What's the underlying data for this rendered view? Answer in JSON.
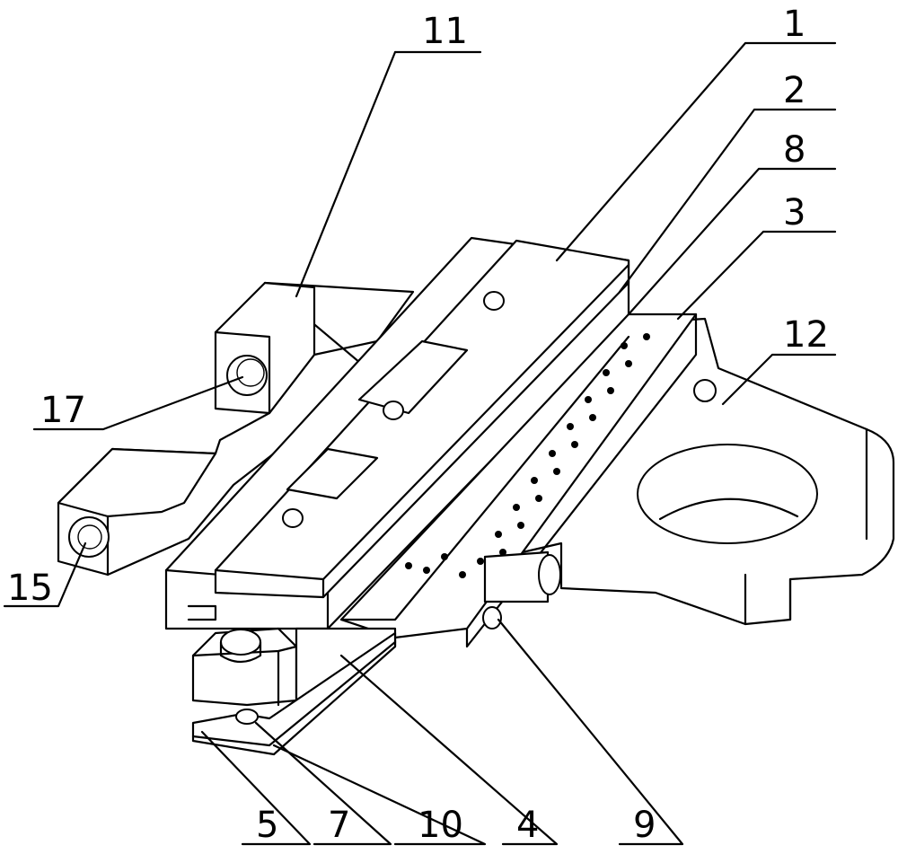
{
  "labels": {
    "l1": "1",
    "l2": "2",
    "l3": "3",
    "l4": "4",
    "l5": "5",
    "l7": "7",
    "l8": "8",
    "l9": "9",
    "l10": "10",
    "l11": "11",
    "l12": "12",
    "l15": "15",
    "l17": "17"
  }
}
